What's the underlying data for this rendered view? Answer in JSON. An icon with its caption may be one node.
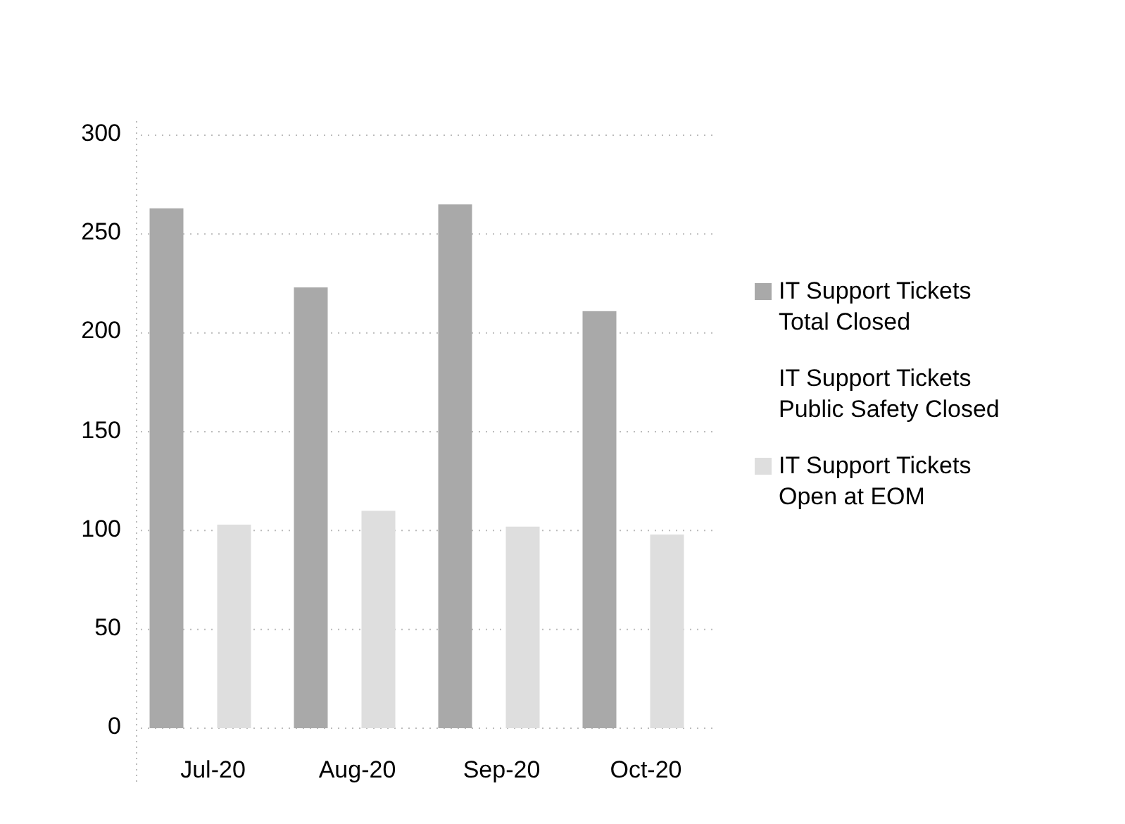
{
  "diagram": {
    "chart_data": {
      "type": "bar",
      "categories": [
        "Jul-20",
        "Aug-20",
        "Sep-20",
        "Oct-20"
      ],
      "ylim": [
        0,
        300
      ],
      "yticks": [
        0,
        50,
        100,
        150,
        200,
        250,
        300
      ],
      "grid": true,
      "legend": "right",
      "series": [
        {
          "name": "IT Support Tickets Total Closed",
          "color": "#a9a9a9",
          "values": [
            263,
            223,
            265,
            211
          ]
        },
        {
          "name": "IT Support Tickets Public Safety Closed",
          "values": [
            null,
            null,
            null,
            null
          ]
        },
        {
          "name": "IT Support Tickets Open at EOM",
          "color": "#dedede",
          "values": [
            103,
            110,
            102,
            98
          ]
        }
      ]
    }
  }
}
